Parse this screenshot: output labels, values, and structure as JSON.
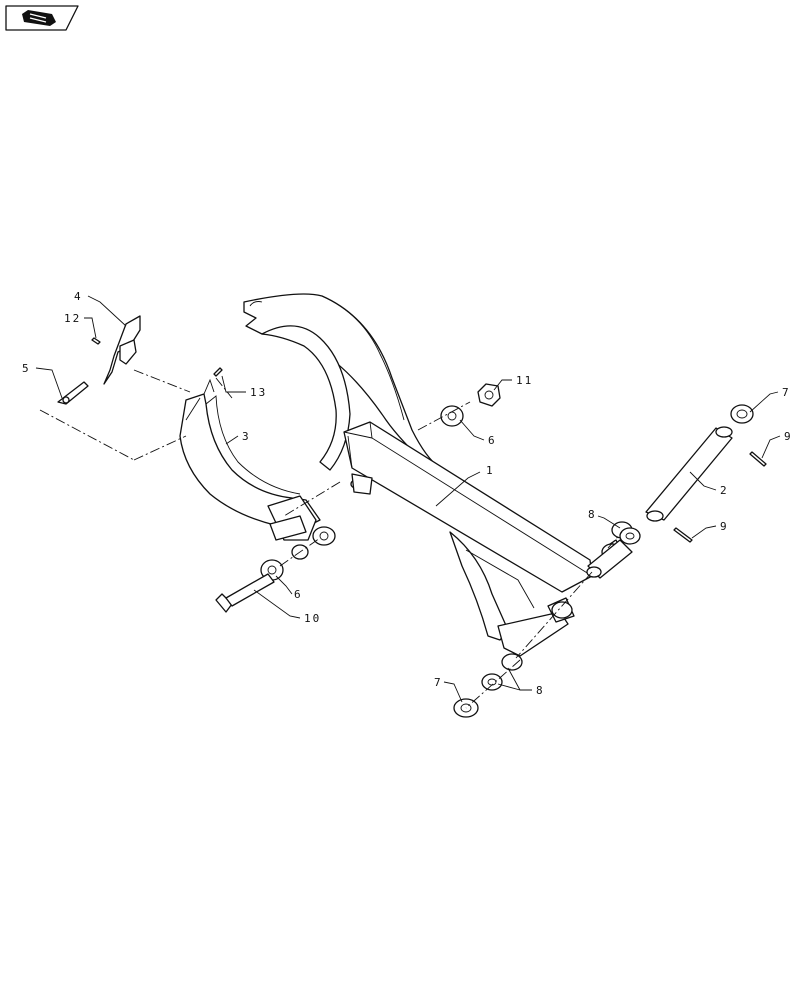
{
  "icon": "book-open-arrow-icon",
  "callouts": {
    "c1": "1",
    "c2": "2",
    "c3": "3",
    "c4": "4",
    "c5": "5",
    "c6a": "6",
    "c6b": "6",
    "c7a": "7",
    "c7b": "7",
    "c8a": "8",
    "c8b": "8",
    "c9a": "9",
    "c9b": "9",
    "c10": "10",
    "c11": "11",
    "c12": "12",
    "c13": "13"
  }
}
